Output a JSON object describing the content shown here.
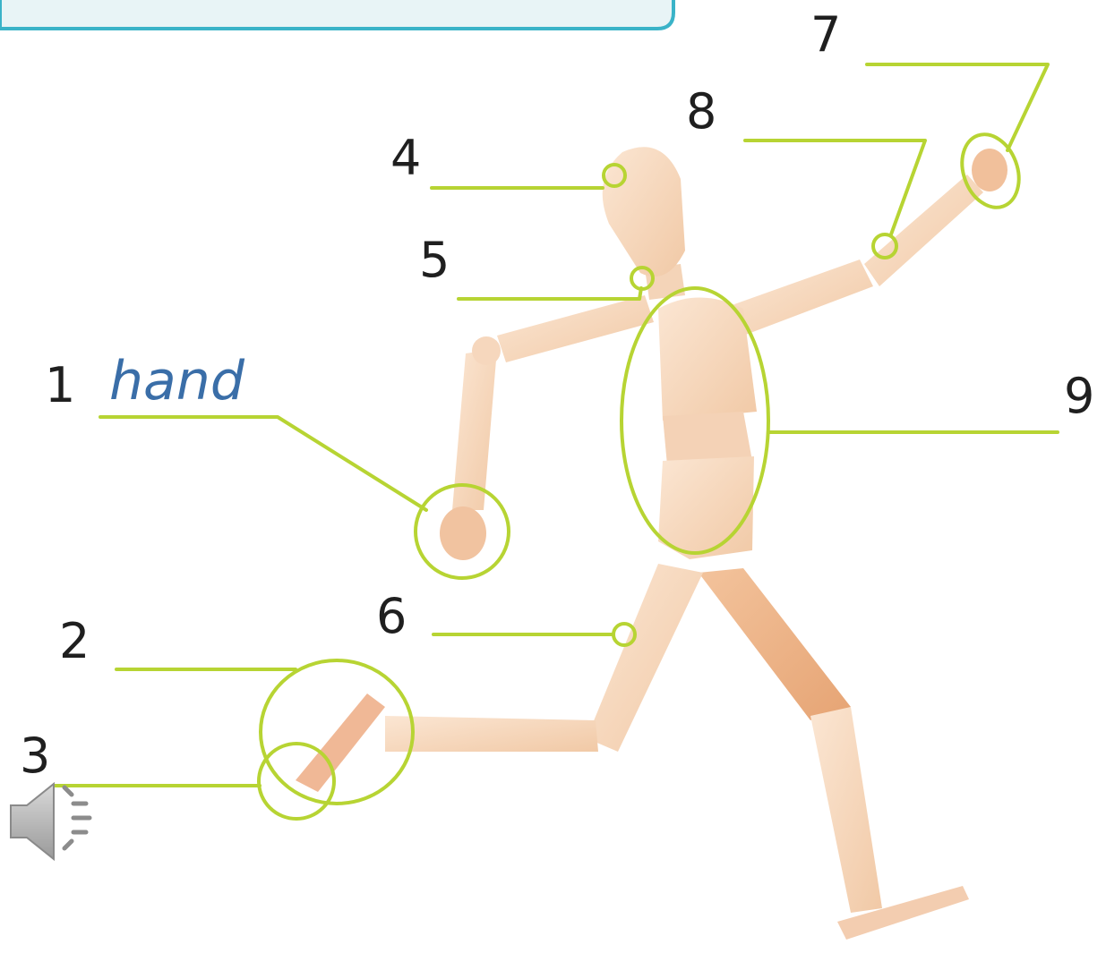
{
  "labels": [
    {
      "number": "1",
      "answer": "hand"
    },
    {
      "number": "2"
    },
    {
      "number": "3"
    },
    {
      "number": "4"
    },
    {
      "number": "5"
    },
    {
      "number": "6"
    },
    {
      "number": "7"
    },
    {
      "number": "8"
    },
    {
      "number": "9"
    }
  ],
  "colors": {
    "leader_line": "#b7d433",
    "banner_fill": "#e8f4f6",
    "banner_border": "#3ab3c8",
    "answer_text": "#3a6ea8",
    "mannequin_body": "#f7dcc4",
    "mannequin_shade": "#eeb894"
  },
  "icons": {
    "audio": "speaker-icon"
  }
}
